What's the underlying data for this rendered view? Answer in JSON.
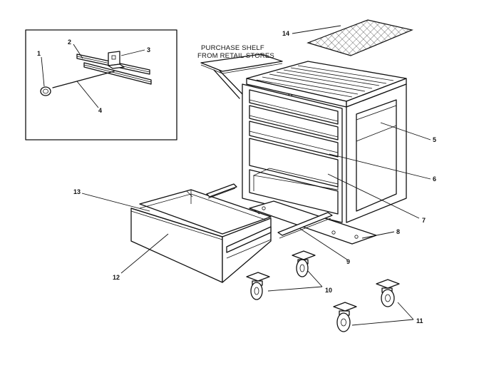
{
  "note": {
    "line1": "PURCHASE SHELF",
    "line2": "FROM RETAIL STORES"
  },
  "callouts": {
    "c1": "1",
    "c2": "2",
    "c3": "3",
    "c4": "4",
    "c5": "5",
    "c6": "6",
    "c7": "7",
    "c8": "8",
    "c9": "9",
    "c10": "10",
    "c11": "11",
    "c12": "12",
    "c13": "13",
    "c14": "14"
  }
}
